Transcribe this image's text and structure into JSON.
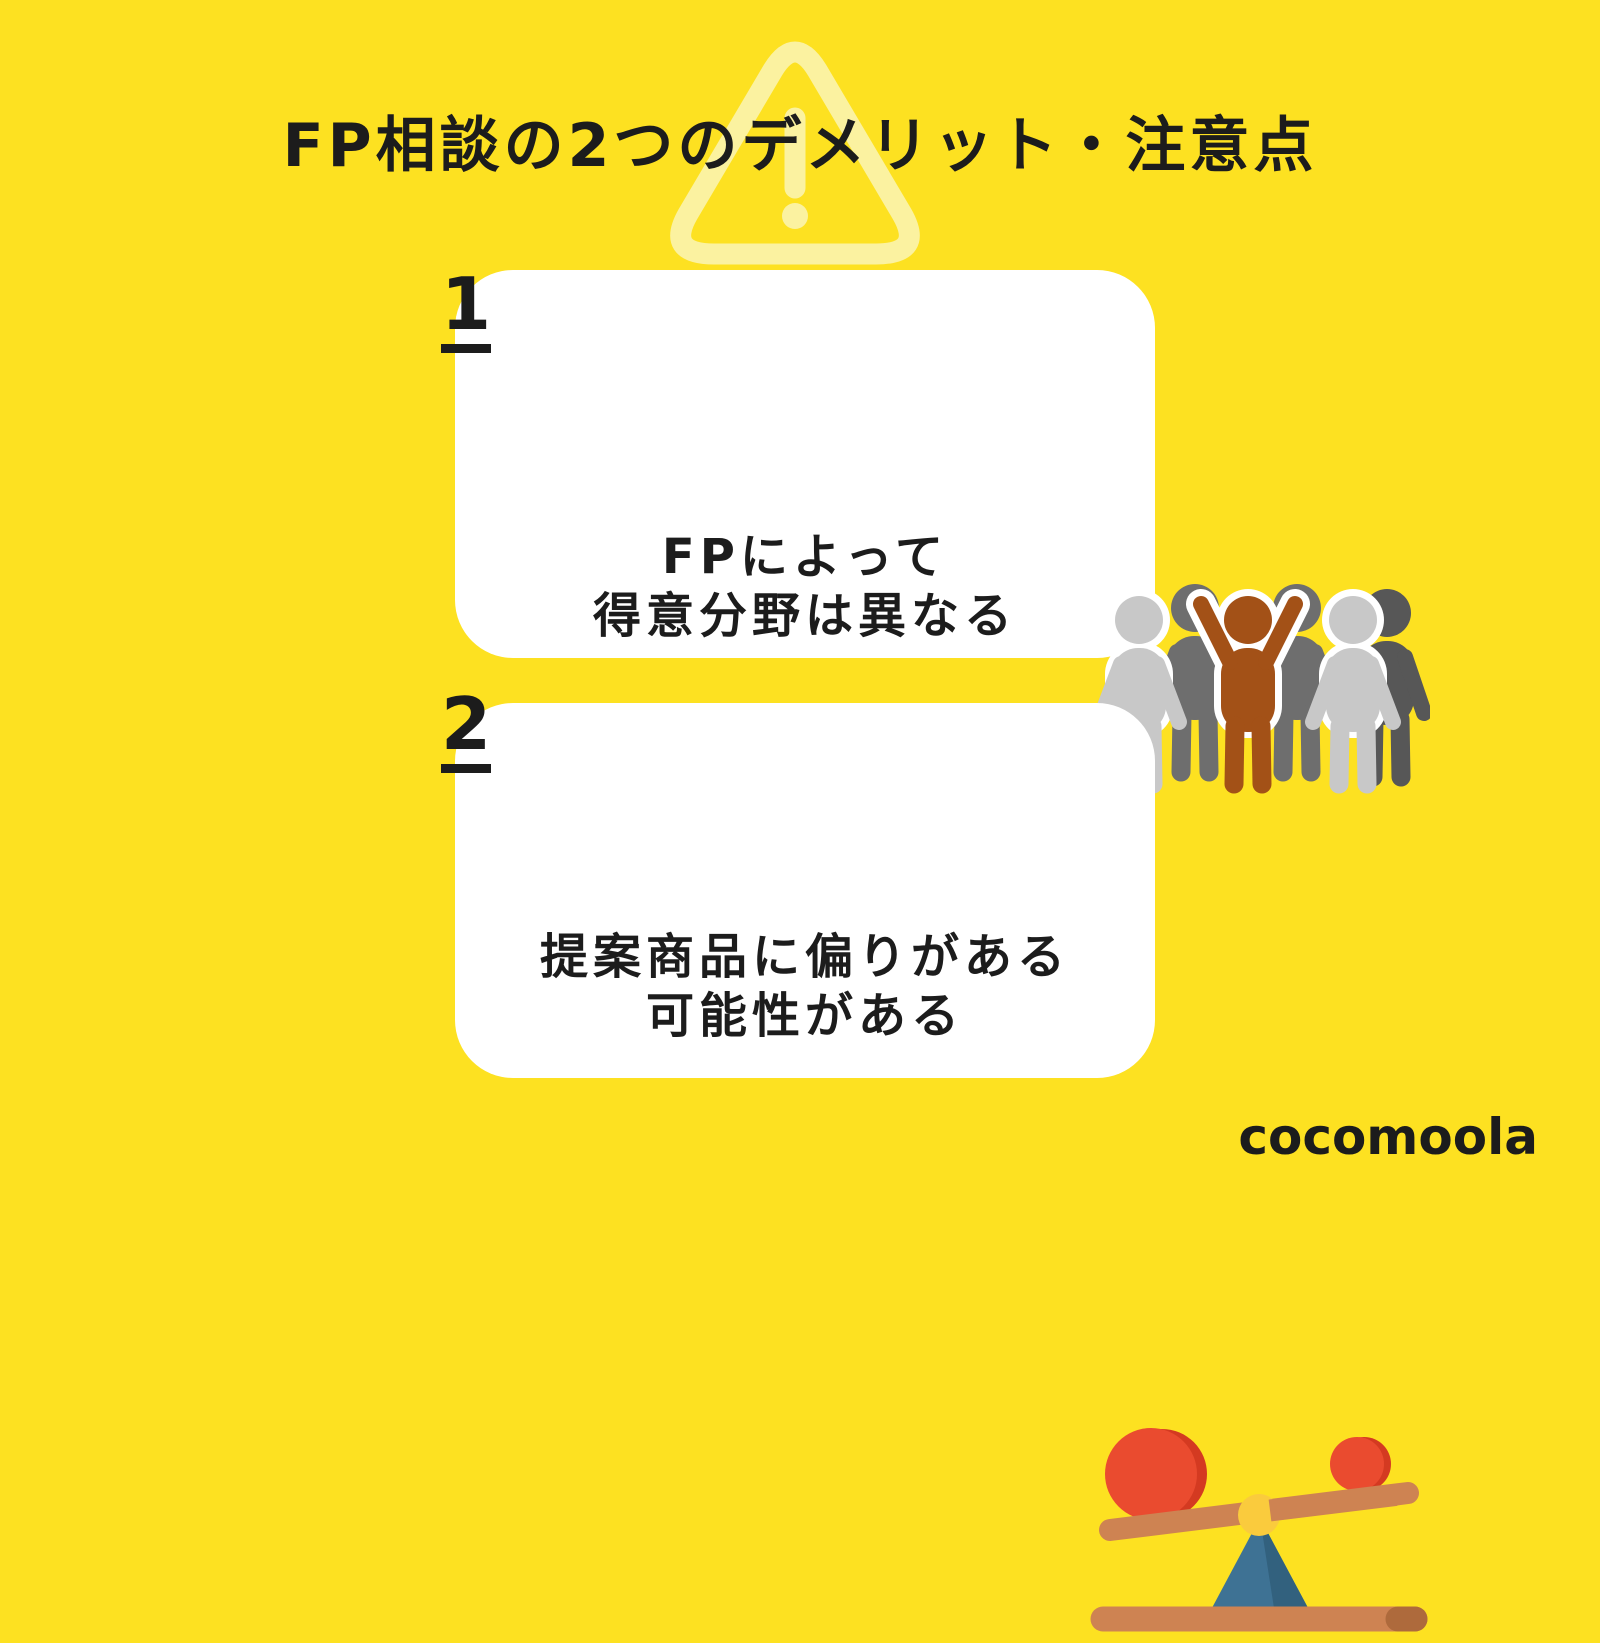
{
  "title": {
    "text": "FP相談の2つのデメリット・注意点"
  },
  "watermark": {
    "icon": "warning-triangle-icon"
  },
  "cards": [
    {
      "number": "1",
      "icon": "people-group-icon",
      "label_lines": [
        "FPによって",
        "得意分野は異なる"
      ]
    },
    {
      "number": "2",
      "icon": "seesaw-balance-icon",
      "label_lines": [
        "提案商品に偏りがある",
        "可能性がある"
      ]
    }
  ],
  "footer": {
    "brand": "cocomoola"
  },
  "colors": {
    "background": "#FDE121",
    "card": "#FFFFFF",
    "text": "#1C1C1C",
    "watermark": "#FBF2A0",
    "people_light": "#C8C8C8",
    "people_dark": "#6E6E6E",
    "people_darker": "#575757",
    "people_accent": "#A35117",
    "seesaw_plank": "#CE8352",
    "seesaw_plank_dark": "#AE6A3C",
    "seesaw_red": "#EA4B2F",
    "seesaw_red_dark": "#D43A21",
    "seesaw_yellow": "#FACB3D",
    "seesaw_blue": "#3E7294",
    "seesaw_blue_dark": "#32617E"
  }
}
